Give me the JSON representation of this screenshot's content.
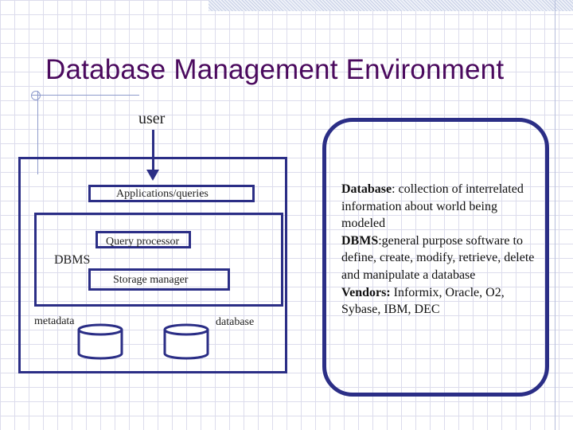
{
  "slide": {
    "title": "Database Management Environment"
  },
  "diagram": {
    "user_label": "user",
    "applications_label": "Applications/queries",
    "query_processor_label": "Query processor",
    "dbms_label": "DBMS",
    "storage_manager_label": "Storage manager",
    "metadata_label": "metadata",
    "database_label": "database"
  },
  "definitions": {
    "database_term": "Database",
    "database_text": ": collection of interrelated information about world being modeled",
    "dbms_term": "DBMS",
    "dbms_text": ":general purpose software to define, create, modify, retrieve, delete and manipulate a database",
    "vendors_term": "Vendors:",
    "vendors_text": " Informix, Oracle, O2, Sybase, IBM, DEC"
  },
  "colors": {
    "title": "#4b0a5e",
    "diagram_stroke": "#2b2e86",
    "grid": "#dcdcec",
    "accent_lines": "#8e9bcc"
  }
}
